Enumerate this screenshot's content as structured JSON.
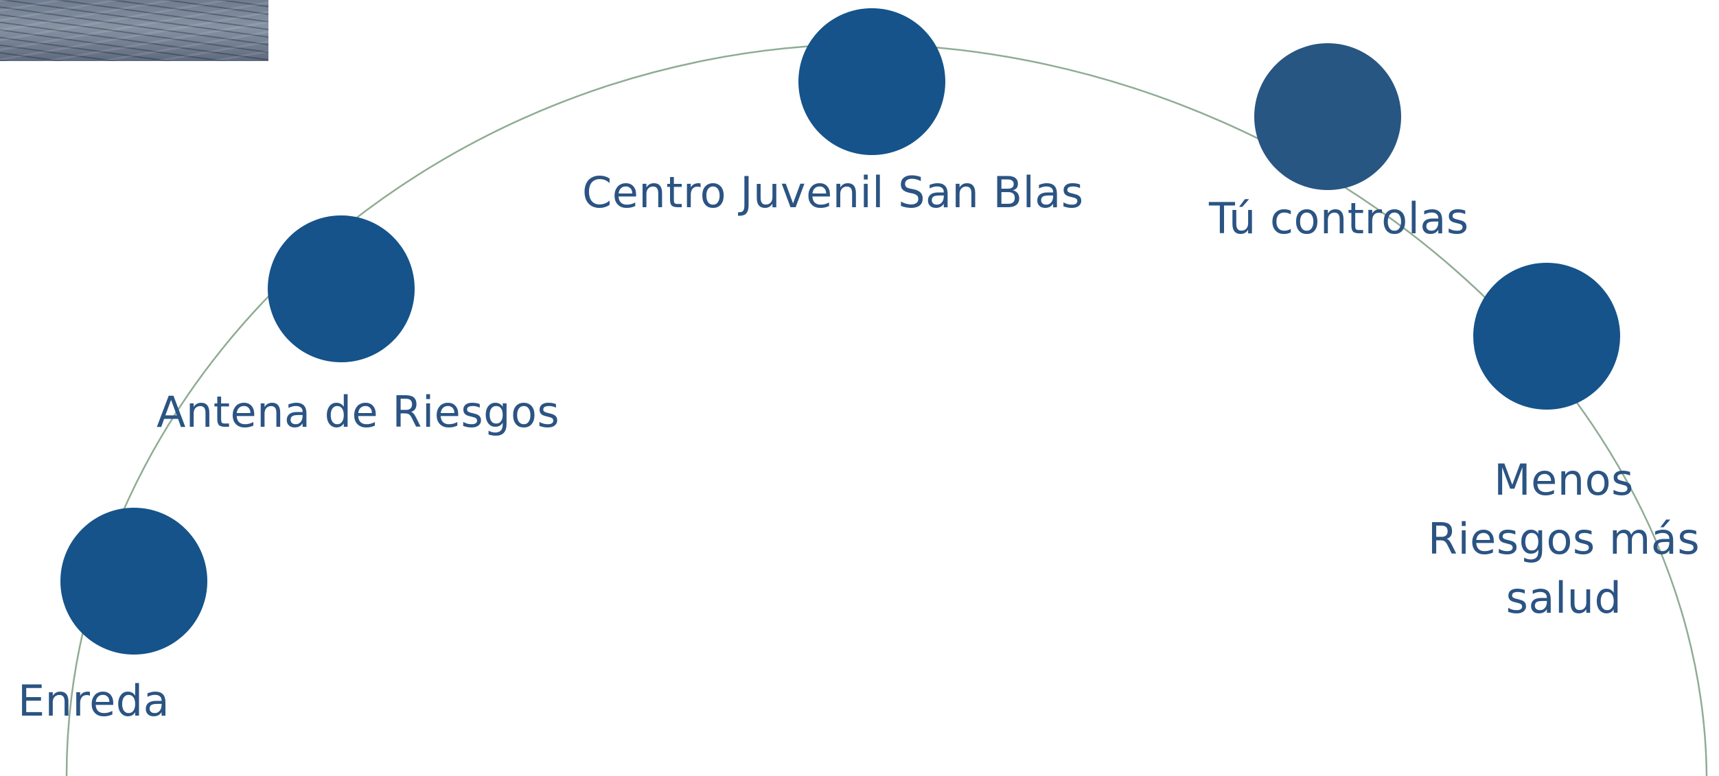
{
  "accent_color": "#15538a",
  "arc_color": "#8fac93",
  "photo": {
    "icon": "water-texture-image"
  },
  "nodes": [
    {
      "id": "enreda",
      "label": "Enreda"
    },
    {
      "id": "antena",
      "label": "Antena de Riesgos"
    },
    {
      "id": "centro",
      "label": "Centro Juvenil San Blas"
    },
    {
      "id": "tucontrolas",
      "label": "Tú controlas"
    },
    {
      "id": "menos",
      "label_lines": [
        "Menos",
        "Riesgos más",
        "salud"
      ]
    }
  ]
}
